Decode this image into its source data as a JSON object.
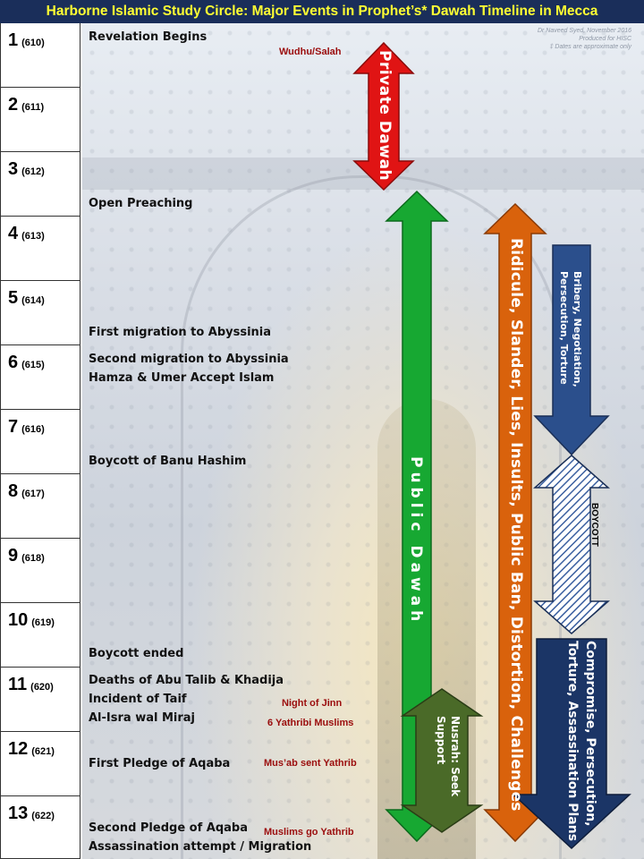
{
  "title": "Harborne Islamic Study Circle: Major Events in Prophet’s* Dawah Timeline in Mecca",
  "credit": [
    "Dr Naveed Syed, November 2016",
    "Produced for HISC",
    "‡ Dates are approximate only"
  ],
  "years": [
    {
      "n": "1",
      "y": "(610)"
    },
    {
      "n": "2",
      "y": "(611)"
    },
    {
      "n": "3",
      "y": "(612)"
    },
    {
      "n": "4",
      "y": "(613)"
    },
    {
      "n": "5",
      "y": "(614)"
    },
    {
      "n": "6",
      "y": "(615)"
    },
    {
      "n": "7",
      "y": "(616)"
    },
    {
      "n": "8",
      "y": "(617)"
    },
    {
      "n": "9",
      "y": "(618)"
    },
    {
      "n": "10",
      "y": "(619)"
    },
    {
      "n": "11",
      "y": "(620)"
    },
    {
      "n": "12",
      "y": "(621)"
    },
    {
      "n": "13",
      "y": "(622)"
    }
  ],
  "events": [
    "Revelation Begins",
    "Open Preaching",
    "First migration to Abyssinia",
    "Second migration to Abyssinia",
    "Hamza & Umer Accept Islam",
    "Boycott of Banu Hashim",
    "Boycott ended",
    "Deaths of Abu Talib & Khadija",
    "Incident of Taif",
    "Al-Isra wal Miraj",
    "First Pledge of Aqaba",
    "Second Pledge of Aqaba",
    "Assassination attempt / Migration"
  ],
  "notes": [
    "Wudhu/Salah",
    "Night of Jinn",
    "6 Yathribi Muslims",
    "Mus’ab sent Yathrib",
    "Muslims go Yathrib"
  ],
  "phases": {
    "private": "Private Dawah",
    "public": "Public Dawah",
    "ridicule": "Ridicule, Slander, Lies, Insults, Public Ban, Distortion, Challenges",
    "bribery_l1": "Bribery, Negotiation,",
    "bribery_l2": "Persecution, Torture",
    "boycott": "BOYCOTT",
    "compromise_l1": "Compromise, Persecution,",
    "compromise_l2": "Torture, Assassination Plans",
    "nusrah_l1": "Nusrah: Seek",
    "nusrah_l2": "Support"
  },
  "colors": {
    "title_bg": "#1a2e5a",
    "title_text": "#ffff33",
    "private": "#e01414",
    "public": "#17a832",
    "ridicule": "#d9620c",
    "bribery": "#2b4f8c",
    "boycott": "#3a5fa0",
    "compromise": "#1b3566",
    "nusrah": "#4a6a28",
    "note": "#9b0d0d"
  }
}
